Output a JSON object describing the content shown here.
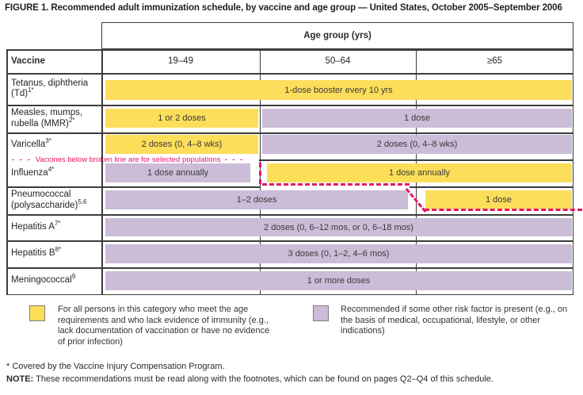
{
  "title": "FIGURE 1. Recommended adult immunization schedule, by vaccine and age group — United States, October 2005–September 2006",
  "colors": {
    "for_all_yellow": "#FCDE5A",
    "risk_factor_purple": "#CBBCD7",
    "broken_line_pink": "#E8156B"
  },
  "table": {
    "age_group_header": "Age group (yrs)",
    "vaccine_header": "Vaccine",
    "columns": [
      "19–49",
      "50–64",
      "≥65"
    ],
    "rows": [
      {
        "label": "Tetanus, diphtheria (Td)",
        "sup": "1*",
        "bars": [
          {
            "text": "1-dose booster every 10 yrs",
            "style": "for_all",
            "age_span": "19–49 to ≥65"
          }
        ]
      },
      {
        "label": "Measles, mumps, rubella (MMR)",
        "sup": "2*",
        "bars": [
          {
            "text": "1 or 2 doses",
            "style": "for_all",
            "age_span": "19–49"
          },
          {
            "text": "1 dose",
            "style": "risk_factor",
            "age_span": "50–64 to ≥65"
          }
        ]
      },
      {
        "label": "Varicella",
        "sup": "3*",
        "bars": [
          {
            "text": "2 doses (0, 4–8 wks)",
            "style": "for_all",
            "age_span": "19–49"
          },
          {
            "text": "2 doses (0, 4–8 wks)",
            "style": "risk_factor",
            "age_span": "50–64 to ≥65"
          }
        ]
      },
      {
        "label": "Influenza",
        "sup": "4*",
        "bars": [
          {
            "text": "1 dose annually",
            "style": "risk_factor",
            "age_span": "19–49"
          },
          {
            "text": "1 dose annually",
            "style": "for_all",
            "age_span": "50–64 to ≥65"
          }
        ]
      },
      {
        "label": "Pneumococcal (polysaccharide)",
        "sup": "5,6",
        "bars": [
          {
            "text": "1–2 doses",
            "style": "risk_factor",
            "age_span": "19–49 to 50–64"
          },
          {
            "text": "1 dose",
            "style": "for_all",
            "age_span": "≥65"
          }
        ]
      },
      {
        "label": "Hepatitis A",
        "sup": "7*",
        "bars": [
          {
            "text": "2 doses (0, 6–12 mos, or 0, 6–18 mos)",
            "style": "risk_factor",
            "age_span": "19–49 to ≥65"
          }
        ]
      },
      {
        "label": "Hepatitis B",
        "sup": "8*",
        "bars": [
          {
            "text": "3 doses (0, 1–2, 4–6 mos)",
            "style": "risk_factor",
            "age_span": "19–49 to ≥65"
          }
        ]
      },
      {
        "label": "Meningococcal",
        "sup": "9",
        "bars": [
          {
            "text": "1 or more doses",
            "style": "risk_factor",
            "age_span": "19–49 to ≥65"
          }
        ]
      }
    ]
  },
  "divider_note": {
    "dashes": "- - -",
    "text": "Vaccines below broken line are for selected populations"
  },
  "legend": [
    {
      "swatch": "for_all_yellow",
      "text": "For all persons in this category who meet the age requirements and who lack evidence of immunity (e.g., lack documentation of vaccination or have no evidence of prior infection)"
    },
    {
      "swatch": "risk_factor_purple",
      "text": "Recommended if some other risk factor is present (e.g., on the basis of medical, occupational, lifestyle, or other indications)"
    }
  ],
  "footnotes": {
    "vicp": "* Covered by the Vaccine Injury Compensation Program.",
    "note_label": "NOTE:",
    "note_text": " These recommendations must be read along with the footnotes, which can be found on pages Q2–Q4 of this schedule."
  }
}
